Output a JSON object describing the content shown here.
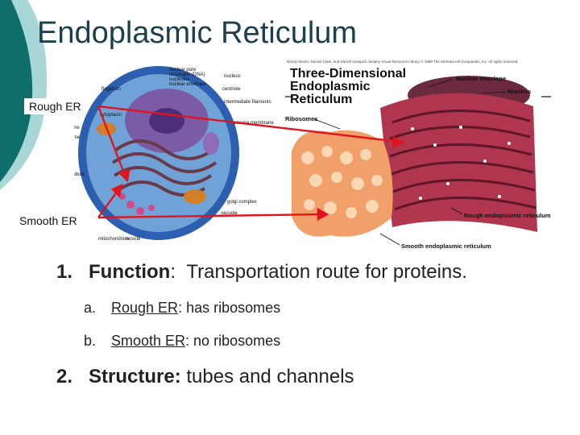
{
  "slide": {
    "title": "Endoplasmic Reticulum"
  },
  "callouts": {
    "rough_er": "Rough ER",
    "smooth_er": "Smooth ER"
  },
  "figure": {
    "heading_line1": "Three-Dimensional",
    "heading_line2": "Endoplasmic",
    "heading_line3": "Reticulum",
    "credit": "Randy Moore, Dennis Clark, and Darrell Vodopich, Botany Visual Resource Library © 1998 The McGraw-Hill Companies, Inc. All rights reserved.",
    "labels": {
      "nuclear_envelope": "Nuclear envelope",
      "nucleus": "Nucleus",
      "ribosomes": "Ribosomes",
      "rough_er": "Rough endoplasmic reticulum",
      "smooth_er": "Smooth endoplasmic reticulum"
    },
    "cell_labels": {
      "nuclear_pore": "nuclear pore",
      "chromatin": "chromatin (DNA)",
      "nucleolus": "nucleolus",
      "nuclear_envelope": "nuclear envelope",
      "nucleus": "nucleus",
      "flagellum": "flagellum",
      "centriole": "centriole",
      "intermediate_filaments": "intermediate filaments",
      "cytoplasm": "cytoplasm",
      "plasma_membrane": "plasma membrane",
      "ribosome": "ribosome",
      "lysosome": "lysosome",
      "microtubule": "microtubule",
      "golgi_complex": "golgi complex",
      "vacuole": "vacuole",
      "mitochondrion": "mitochondrion",
      "vesicle": "vesicle"
    }
  },
  "content": {
    "item1_number": "1.",
    "item1_term": "Function",
    "item1_sep": ":",
    "item1_text": "Transportation route for proteins.",
    "sub_a_letter": "a.",
    "sub_a_term": "Rough ER",
    "sub_a_text": ": has ribosomes",
    "sub_b_letter": "b.",
    "sub_b_term": "Smooth ER",
    "sub_b_text": ": no ribosomes",
    "item2_number": "2.",
    "item2_term": "Structure:",
    "item2_text": "tubes and channels"
  },
  "colors": {
    "title": "#1b3f4d",
    "teal_dark": "#0e6e6a",
    "teal_light": "#a9d6d6",
    "arrow": "#e0141c"
  }
}
